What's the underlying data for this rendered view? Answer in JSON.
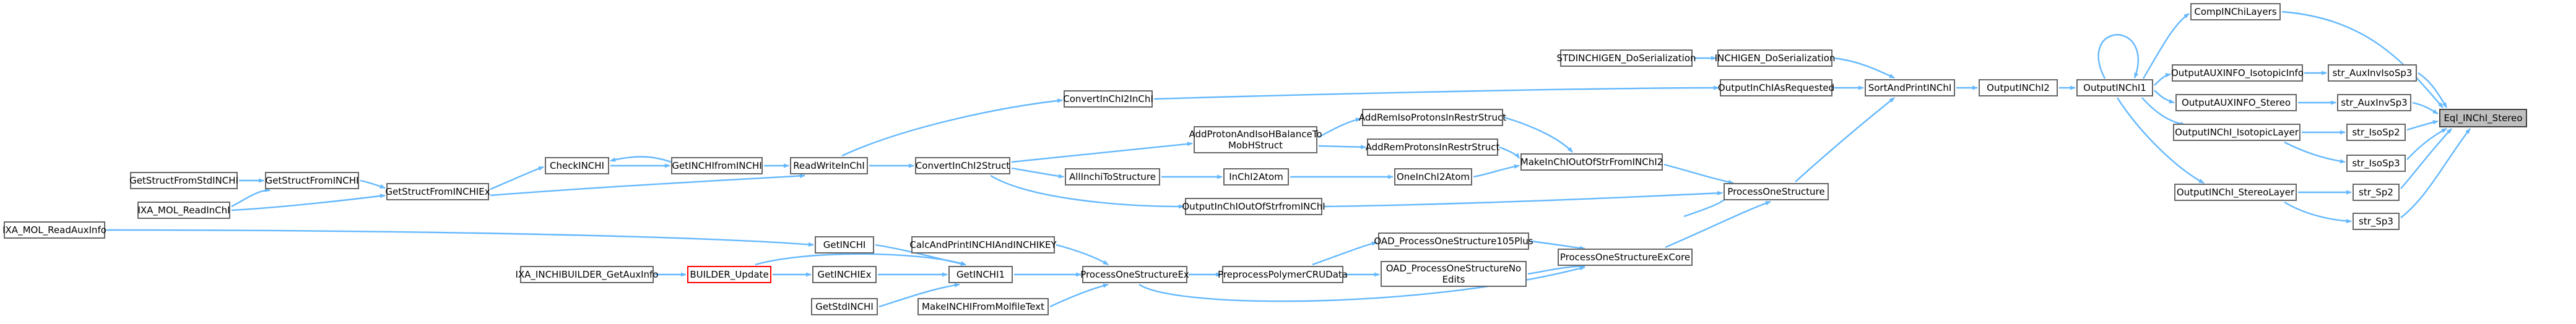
{
  "graph": {
    "type": "caller-graph",
    "root": "Eql_INChI_Stereo",
    "nodes": {
      "eql_inchi_stereo": "Eql_INChI_Stereo",
      "compinchilayers": "CompINChiLayers",
      "str_auxinvisosp3": "str_AuxInvIsoSp3",
      "str_auxinvsp3": "str_AuxInvSp3",
      "str_isosp2": "str_IsoSp2",
      "str_isosp3": "str_IsoSp3",
      "str_sp2": "str_Sp2",
      "str_sp3": "str_Sp3",
      "outputinchi1": "OutputINChI1",
      "outputauxinfo_isotopicinfo": "OutputAUXINFO_IsotopicInfo",
      "outputauxinfo_stereo": "OutputAUXINFO_Stereo",
      "outputinchi_isotopiclayer": "OutputINChI_IsotopicLayer",
      "outputinchi_stereolayer": "OutputINChI_StereoLayer",
      "outputinchi2": "OutputINChI2",
      "sortandprintinchi": "SortAndPrintINChI",
      "inchigen_doserialization": "INCHIGEN_DoSerialization",
      "stdinchigen_doserialization": "STDINCHIGEN_DoSerialization",
      "outputinchiasrequested": "OutputInChIAsRequested",
      "processonestructure": "ProcessOneStructure",
      "processonestructureexcore": "ProcessOneStructureExCore",
      "oad_processonestructure105plus": "OAD_ProcessOneStructure105Plus",
      "oad_processonestructurenoedits": "OAD_ProcessOneStructureNo Edits",
      "preprocesspolymercrudata": "PreprocessPolymerCRUData",
      "processonestructureex": "ProcessOneStructureEx",
      "calcandprintinchiandinchikey": "CalcAndPrintINCHIAndINCHIKEY",
      "getinchi1": "GetINCHI1",
      "makeinchifrommolfiletext": "MakeINCHIFromMolfileText",
      "getinchi": "GetINCHI",
      "getinchiex": "GetINCHIEx",
      "getstdinchi": "GetStdINCHI",
      "builder_update": "BUILDER_Update",
      "ixa_inchibuilder_getauxinfo": "IXA_INCHIBUILDER_GetAuxInfo",
      "ixa_mol_readauxinfo": "IXA_MOL_ReadAuxInfo",
      "makeinchioutofstrfrominchi2": "MakeInChIOutOfStrFromINChI2",
      "addremisoprotonsinrestrstruct": "AddRemIsoProtonsInRestrStruct",
      "addremprotonsinrestrstruct": "AddRemProtonsInRestrStruct",
      "oneinchi2atom": "OneInChI2Atom",
      "inchi2atom": "InChI2Atom",
      "allinchitostructure": "AllInchiToStructure",
      "addprotonandisohbalancetomobihstruct": "AddProtonAndIsoHBalanceTo MobHStruct",
      "convertinchi2struct": "ConvertInChI2Struct",
      "outputinchioutofstrfrominchi": "OutputInChIOutOfStrfromINChI",
      "convertinchi2inchi": "ConvertInChI2InChI",
      "readwriteinchi": "ReadWriteInChI",
      "getinchifrominchi": "GetINCHIfromINCHI",
      "checkinchi": "CheckINCHI",
      "getstructfrominchiex": "GetStructFromINCHIEx",
      "getstructfrominchi": "GetStructFromINCHI",
      "getstructfromstdinchi": "GetStructFromStdINCHI",
      "ixa_mol_readinchi": "IXA_MOL_ReadInChI"
    },
    "edge_color": "#63b8ff",
    "root_fill": "#bfbfbf",
    "highlight_border": "#ff0000"
  }
}
